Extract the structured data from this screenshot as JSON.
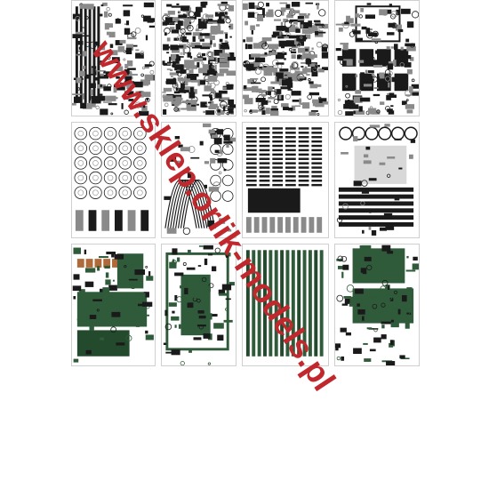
{
  "watermark": {
    "text": "www.sklep.orlik-models.pl",
    "color": "#c0282d"
  },
  "colors": {
    "ink": "#1a1a1a",
    "grey": "#8a8a8a",
    "light_grey": "#cfcfcf",
    "green": "#2f5b3a",
    "dark_green": "#244a2e",
    "brown": "#b06a3a",
    "paper": "#ffffff"
  },
  "sheets": [
    {
      "id": "sheet-1",
      "style": "parts-strips",
      "tint": "black"
    },
    {
      "id": "sheet-2",
      "style": "parts-dense",
      "tint": "black"
    },
    {
      "id": "sheet-3",
      "style": "parts-dense-grey",
      "tint": "grey"
    },
    {
      "id": "sheet-4",
      "style": "parts-blocks",
      "tint": "black"
    },
    {
      "id": "sheet-5",
      "style": "wheels",
      "tint": "grey"
    },
    {
      "id": "sheet-6",
      "style": "tracks-wheels",
      "tint": "black"
    },
    {
      "id": "sheet-7",
      "style": "tracks",
      "tint": "black"
    },
    {
      "id": "sheet-8",
      "style": "hull-plates",
      "tint": "black"
    },
    {
      "id": "sheet-9",
      "style": "green-hull",
      "tint": "green"
    },
    {
      "id": "sheet-10",
      "style": "green-hull-2",
      "tint": "green"
    },
    {
      "id": "sheet-11",
      "style": "green-strips",
      "tint": "green"
    },
    {
      "id": "sheet-12",
      "style": "green-plates",
      "tint": "green"
    }
  ]
}
